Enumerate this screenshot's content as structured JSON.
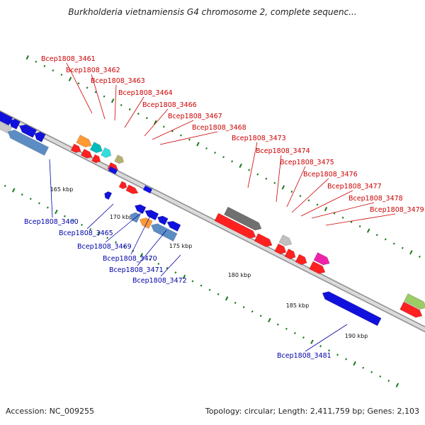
{
  "title": "Burkholderia vietnamiensis G4 chromosome 2, complete sequenc...",
  "footer": {
    "accession": "Accession: NC_009255",
    "summary": "Topology: circular; Length: 2,411,759 bp; Genes: 2,103"
  },
  "colors": {
    "forward_label": "#cc0000",
    "reverse_label": "#0000aa",
    "backbone": "#8c8c8c",
    "tick": "#1a7a1a"
  },
  "ticks": [
    {
      "label": "165 kbp"
    },
    {
      "label": "170 kbp"
    },
    {
      "label": "175 kbp"
    },
    {
      "label": "180 kbp"
    },
    {
      "label": "185 kbp"
    },
    {
      "label": "190 kbp"
    }
  ],
  "forward_labels": [
    "Bcep1808_3461",
    "Bcep1808_3462",
    "Bcep1808_3463",
    "Bcep1808_3464",
    "Bcep1808_3466",
    "Bcep1808_3467",
    "Bcep1808_3468",
    "Bcep1808_3473",
    "Bcep1808_3474",
    "Bcep1808_3475",
    "Bcep1808_3476",
    "Bcep1808_3477",
    "Bcep1808_3478",
    "Bcep1808_3479"
  ],
  "reverse_labels": [
    "Bcep1808_3460",
    "Bcep1808_3465",
    "Bcep1808_3469",
    "Bcep1808_3470",
    "Bcep1808_3471",
    "Bcep1808_3472",
    "Bcep1808_3481"
  ]
}
